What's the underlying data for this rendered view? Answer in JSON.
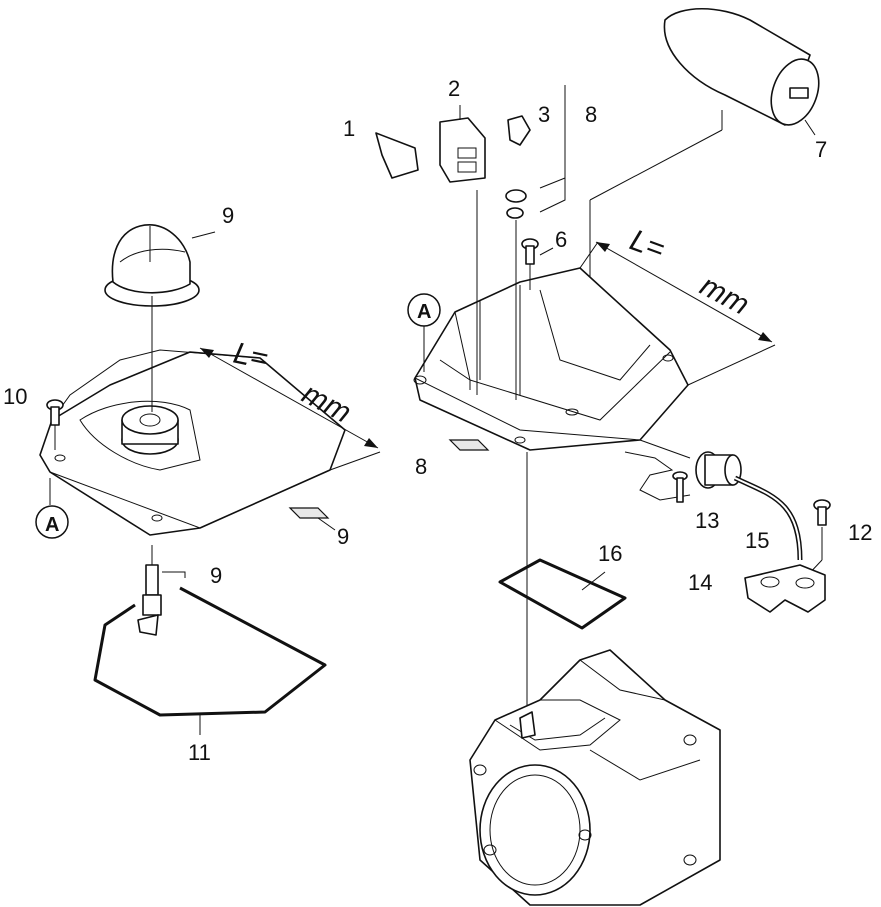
{
  "callouts": {
    "c1": "1",
    "c2": "2",
    "c3": "3",
    "c4": "8",
    "c5": "7",
    "c6": "6",
    "c7": "9",
    "c8": "10",
    "c9": "9",
    "c10": "9",
    "c11": "11",
    "c12": "8",
    "c13": "13",
    "c14": "12",
    "c15": "15",
    "c16": "14",
    "c17": "16"
  },
  "dimensions": {
    "left_L": "L=",
    "left_mm": "mm",
    "right_L": "L=",
    "right_mm": "mm"
  },
  "markers": {
    "left_A": "A",
    "right_A": "A"
  }
}
